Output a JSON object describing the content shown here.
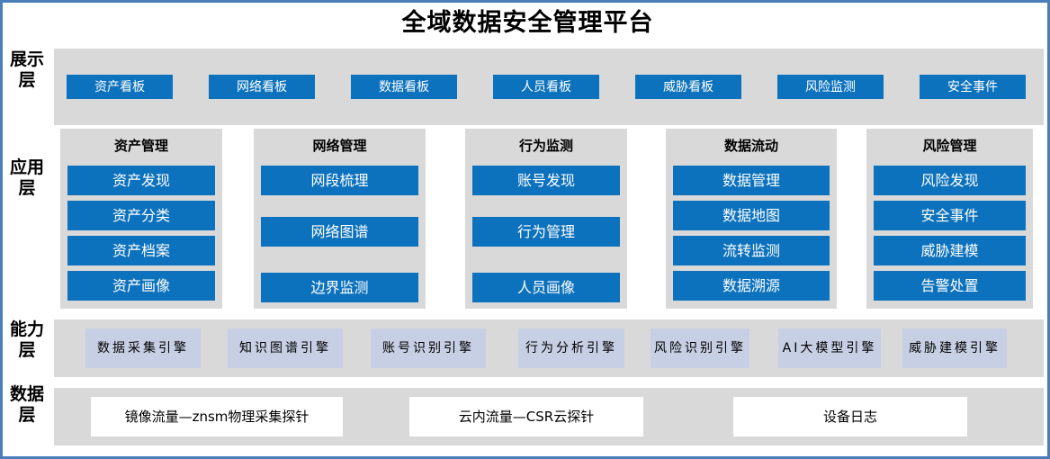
{
  "title": "全域数据安全管理平台",
  "colors": {
    "frame_border": "#4a7ebb",
    "band_bg": "#d9d9d9",
    "accent_blue": "#0d72bd",
    "capability_bg": "#c6cfe3",
    "data_bg": "#ffffff",
    "text_dark": "#000000",
    "text_light": "#ffffff"
  },
  "layers": [
    {
      "key": "presentation",
      "label": "展示层"
    },
    {
      "key": "application",
      "label": "应用层"
    },
    {
      "key": "capability",
      "label": "能力层"
    },
    {
      "key": "data",
      "label": "数据层"
    }
  ],
  "presentation": {
    "items": [
      {
        "label": "资产看板"
      },
      {
        "label": "网络看板"
      },
      {
        "label": "数据看板"
      },
      {
        "label": "人员看板"
      },
      {
        "label": "威胁看板"
      },
      {
        "label": "风险监测"
      },
      {
        "label": "安全事件"
      }
    ]
  },
  "application": {
    "columns": [
      {
        "title": "资产管理",
        "spacing": "tight",
        "items": [
          {
            "label": "资产发现"
          },
          {
            "label": "资产分类"
          },
          {
            "label": "资产档案"
          },
          {
            "label": "资产画像"
          }
        ]
      },
      {
        "title": "网络管理",
        "spacing": "loose",
        "items": [
          {
            "label": "网段梳理"
          },
          {
            "label": "网络图谱"
          },
          {
            "label": "边界监测"
          }
        ]
      },
      {
        "title": "行为监测",
        "spacing": "loose",
        "items": [
          {
            "label": "账号发现"
          },
          {
            "label": "行为管理"
          },
          {
            "label": "人员画像"
          }
        ]
      },
      {
        "title": "数据流动",
        "spacing": "tight",
        "items": [
          {
            "label": "数据管理"
          },
          {
            "label": "数据地图"
          },
          {
            "label": "流转监测"
          },
          {
            "label": "数据溯源"
          }
        ]
      },
      {
        "title": "风险管理",
        "spacing": "tight",
        "items": [
          {
            "label": "风险发现"
          },
          {
            "label": "安全事件"
          },
          {
            "label": "威胁建模"
          },
          {
            "label": "告警处置"
          }
        ]
      }
    ]
  },
  "capability": {
    "items": [
      {
        "label": "数据采集引擎"
      },
      {
        "label": "知识图谱引擎"
      },
      {
        "label": "账号识别引擎"
      },
      {
        "label": "行为分析引擎"
      },
      {
        "label": "风险识别引擎"
      },
      {
        "label": "AI大模型引擎"
      },
      {
        "label": "威胁建模引擎"
      }
    ]
  },
  "data": {
    "items": [
      {
        "label": "镜像流量—znsm物理采集探针"
      },
      {
        "label": "云内流量—CSR云探针"
      },
      {
        "label": "设备日志"
      }
    ]
  }
}
